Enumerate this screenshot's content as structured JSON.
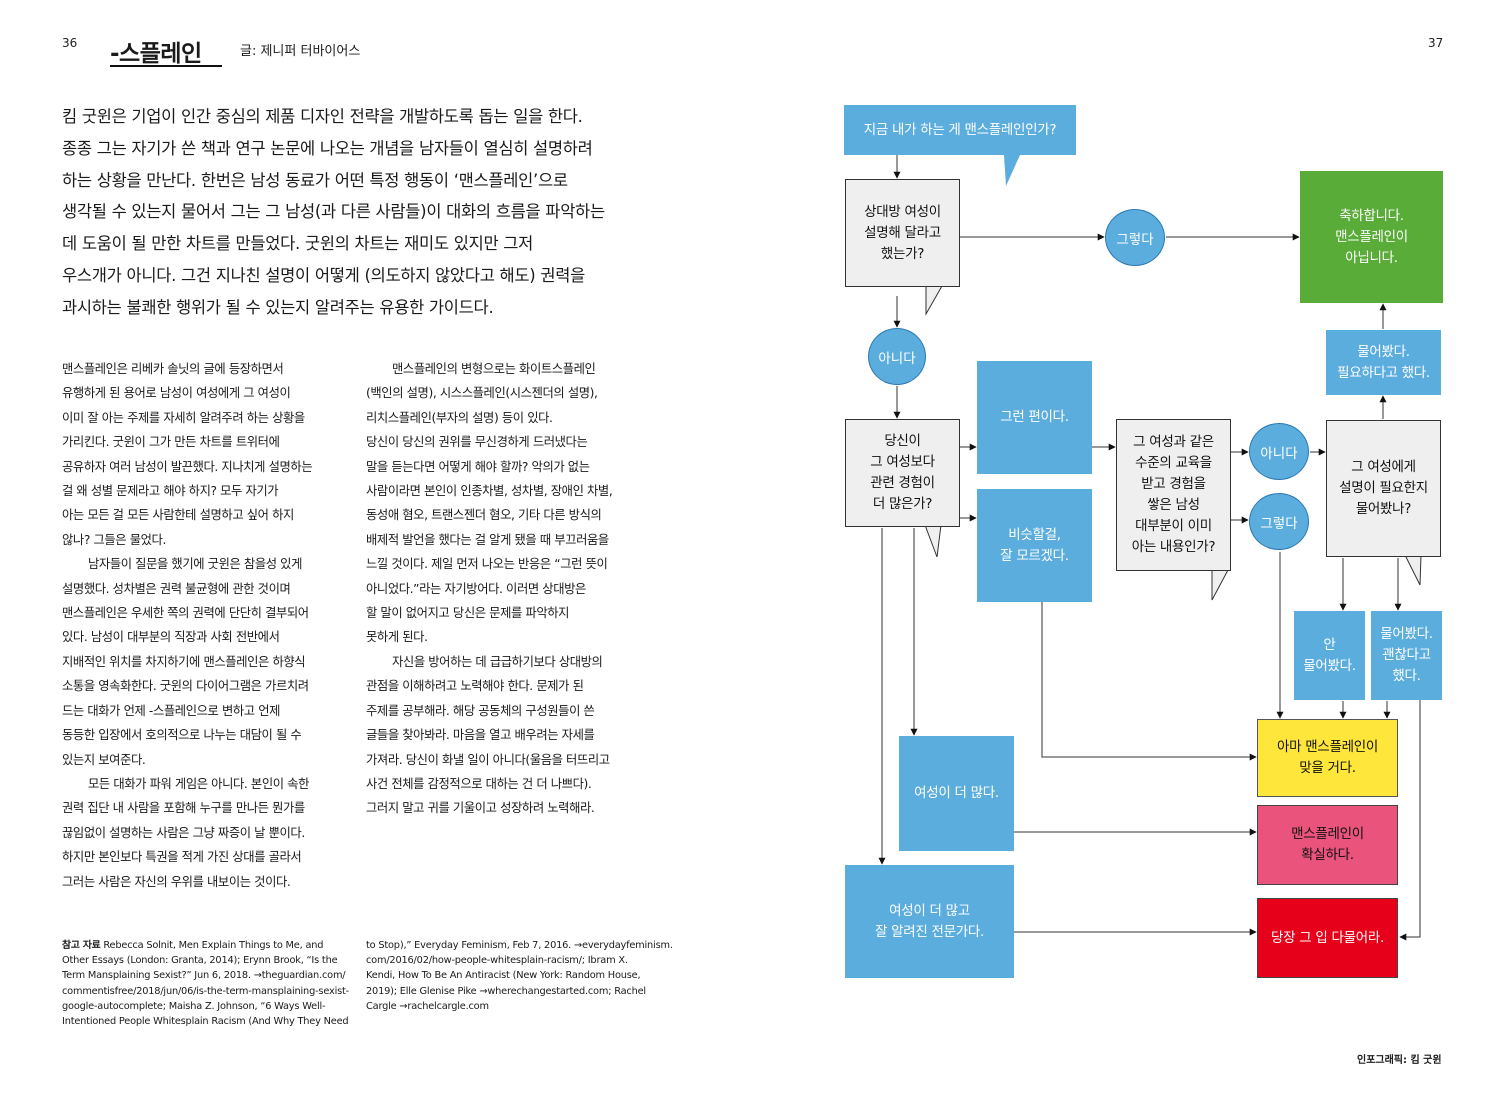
{
  "page": {
    "left_num": "36",
    "right_num": "37",
    "title": "-스플레인",
    "byline": "글: 제니퍼 터바이어스",
    "credit": "인포그래픽: 킴 굿윈"
  },
  "lede": [
    "킴 굿윈은 기업이 인간 중심의 제품 디자인 전략을 개발하도록 돕는 일을 한다.",
    "종종 그는 자기가 쓴 책과 연구 논문에 나오는 개념을 남자들이 열심히 설명하려",
    "하는 상황을 만난다. 한번은 남성 동료가 어떤 특정 행동이 ‘맨스플레인’으로",
    "생각될 수 있는지 물어서 그는 그 남성(과 다른 사람들)이 대화의 흐름을 파악하는",
    "데 도움이 될 만한 차트를 만들었다. 굿윈의 차트는 재미도 있지만 그저",
    "우스개가 아니다. 그건 지나친 설명이 어떻게 (의도하지 않았다고 해도) 권력을",
    "과시하는 불쾌한 행위가 될 수 있는지 알려주는 유용한 가이드다."
  ],
  "col1": [
    "맨스플레인은 리베카 솔닛의 글에 등장하면서",
    "유행하게 된 용어로 남성이 여성에게 그 여성이",
    "이미 잘 아는 주제를 자세히 알려주려 하는 상황을",
    "가리킨다. 굿윈이 그가 만든 차트를 트위터에",
    "공유하자 여러 남성이 발끈했다. 지나치게 설명하는",
    "걸 왜 성별 문제라고 해야 하지? 모두 자기가",
    "아는 모든 걸 모든 사람한테 설명하고 싶어 하지",
    "않나? 그들은 물었다.",
    "남자들이 질문을 했기에 굿윈은 참을성 있게",
    "설명했다. 성차별은 권력 불균형에 관한 것이며",
    "맨스플레인은 우세한 쪽의 권력에 단단히 결부되어",
    "있다. 남성이 대부분의 직장과 사회 전반에서",
    "지배적인 위치를 차지하기에 맨스플레인은 하향식",
    "소통을 영속화한다. 굿윈의 다이어그램은 가르치려",
    "드는 대화가 언제 -스플레인으로 변하고 언제",
    "동등한 입장에서 호의적으로 나누는 대담이 될 수",
    "있는지 보여준다.",
    "모든 대화가 파워 게임은 아니다. 본인이 속한",
    "권력 집단 내 사람을 포함해 누구를 만나든 뭔가를",
    "끊임없이 설명하는 사람은 그냥 짜증이 날 뿐이다.",
    "하지만 본인보다 특권을 적게 가진 상대를 골라서",
    "그러는 사람은 자신의 우위를 내보이는 것이다."
  ],
  "col2": [
    "맨스플레인의 변형으로는 화이트스플레인",
    "(백인의 설명), 시스스플레인(시스젠더의 설명),",
    "리치스플레인(부자의 설명) 등이 있다.",
    "당신이 당신의 권위를 무신경하게 드러냈다는",
    "말을 듣는다면 어떻게 해야 할까? 악의가 없는",
    "사람이라면 본인이 인종차별, 성차별, 장애인 차별,",
    "동성애 혐오, 트랜스젠더 혐오, 기타 다른 방식의",
    "배제적 발언을 했다는 걸 알게 됐을 때 부끄러움을",
    "느낄 것이다. 제일 먼저 나오는 반응은 “그런 뜻이",
    "아니었다.”라는 자기방어다. 이러면 상대방은",
    "할 말이 없어지고 당신은 문제를 파악하지",
    "못하게 된다.",
    "자신을 방어하는 데 급급하기보다 상대방의",
    "관점을 이해하려고 노력해야 한다. 문제가 된",
    "주제를 공부해라. 해당 공동체의 구성원들이 쓴",
    "글들을 찾아봐라. 마음을 열고 배우려는 자세를",
    "가져라. 당신이 화낼 일이 아니다(울음을 터뜨리고",
    "사건 전체를 감정적으로 대하는 건 더 나쁘다).",
    "그러지 말고 귀를 기울이고 성장하려 노력해라."
  ],
  "refs": {
    "label": "참고 자료",
    "col1": [
      "Rebecca Solnit, Men Explain Things to Me, and",
      "Other Essays (London: Granta, 2014); Erynn Brook, “Is the",
      "Term Mansplaining Sexist?” Jun 6, 2018. →theguardian.com/",
      "commentisfree/2018/jun/06/is-the-term-mansplaining-sexist-",
      "google-autocomplete; Maisha Z. Johnson, “6 Ways Well-",
      "Intentioned People Whitesplain Racism (And Why They Need"
    ],
    "col2": [
      "to Stop),” Everyday Feminism, Feb 7, 2016. →everydayfeminism.",
      "com/2016/02/how-people-whitesplain-racism/; Ibram X.",
      "Kendi, How To Be An Antiracist (New York: Random House,",
      "2019); Elle Glenise Pike →wherechangestarted.com; Rachel",
      "Cargle →rachelcargle.com"
    ]
  },
  "flow": {
    "start": "지금 내가 하는 게 맨스플레인인가?",
    "q_asked": "상대방 여성이\n설명해 달라고\n했는가?",
    "yes1": "그렇다",
    "congrats": "축하합니다.\n맨스플레인이\n아닙니다.",
    "no1": "아니다",
    "q_experience": "당신이\n그 여성보다\n관련 경험이\n더 많은가?",
    "more_likely": "그런 편이다.",
    "similar": "비슷할걸,\n잘 모르겠다.",
    "q_education": "그 여성과 같은\n수준의 교육을\n받고 경험을\n쌓은 남성\n대부분이 이미\n아는 내용인가?",
    "no2": "아니다",
    "yes2": "그렇다",
    "q_ask_need": "그 여성에게\n설명이 필요한지\n물어봤나?",
    "asked_needed": "물어봤다.\n필요하다고 했다.",
    "not_asked": "안\n물어봤다.",
    "asked_fine": "물어봤다.\n괜찮다고\n했다.",
    "more_exp": "여성이 더 많다.",
    "expert": "여성이 더 많고\n잘 알려진 전문가다.",
    "probably": "아마 맨스플레인이\n맞을 거다.",
    "definitely": "맨스플레인이\n확실하다.",
    "shut_up": "당장 그 입 다물어라.",
    "colors": {
      "blue": "#5badde",
      "gray": "#efefef",
      "green": "#5aac38",
      "yellow": "#ffe63b",
      "pink": "#e9537c",
      "red": "#e6001a"
    }
  }
}
